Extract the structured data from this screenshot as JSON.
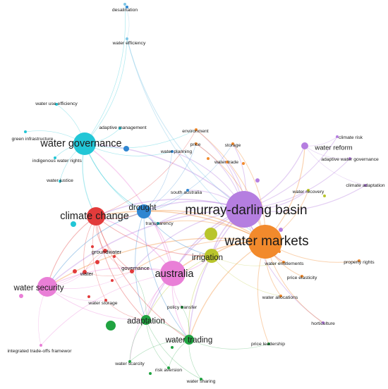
{
  "colors": {
    "purple": "#b57ee0",
    "orange": "#f28a2c",
    "cyan": "#22c6d6",
    "blue": "#2f86d1",
    "red": "#e23b3b",
    "pink": "#e97fd7",
    "yellow": "#b9c52c",
    "green": "#20a341",
    "lightblue": "#7fc6e6"
  },
  "nodes": [
    {
      "id": "mdb",
      "label": "murray-darling basin",
      "weight": 10,
      "color": "purple"
    },
    {
      "id": "wm",
      "label": "water markets",
      "weight": 9,
      "color": "orange"
    },
    {
      "id": "aus",
      "label": "australia",
      "weight": 7,
      "color": "pink"
    },
    {
      "id": "wg",
      "label": "water governance",
      "weight": 6,
      "color": "cyan"
    },
    {
      "id": "cc",
      "label": "climate change",
      "weight": 6,
      "color": "red"
    },
    {
      "id": "drought",
      "label": "drought",
      "weight": 5,
      "color": "blue"
    },
    {
      "id": "irr",
      "label": "irrigation",
      "weight": 5,
      "color": "yellow"
    },
    {
      "id": "ws",
      "label": "water security",
      "weight": 5,
      "color": "pink"
    },
    {
      "id": "wt",
      "label": "water trading",
      "weight": 4,
      "color": "green"
    },
    {
      "id": "adaptation",
      "label": "adaptation",
      "weight": 4,
      "color": "green"
    },
    {
      "id": "wr",
      "label": "water reform",
      "weight": 3,
      "color": "purple"
    },
    {
      "id": "desal",
      "label": "desalination",
      "weight": 1,
      "color": "lightblue"
    },
    {
      "id": "weff",
      "label": "water efficiency",
      "weight": 1,
      "color": "lightblue"
    },
    {
      "id": "wue",
      "label": "water use efficiency",
      "weight": 1,
      "color": "cyan"
    },
    {
      "id": "gi",
      "label": "green infrastructure",
      "weight": 1,
      "color": "cyan"
    },
    {
      "id": "am",
      "label": "adaptive management",
      "weight": 1,
      "color": "cyan"
    },
    {
      "id": "iwr",
      "label": "indigenous water rights",
      "weight": 1,
      "color": "cyan"
    },
    {
      "id": "wj",
      "label": "water justice",
      "weight": 1,
      "color": "cyan"
    },
    {
      "id": "env",
      "label": "environment",
      "weight": 1,
      "color": "orange"
    },
    {
      "id": "price",
      "label": "price",
      "weight": 1,
      "color": "orange"
    },
    {
      "id": "storage",
      "label": "storage",
      "weight": 1,
      "color": "orange"
    },
    {
      "id": "wp",
      "label": "water planning",
      "weight": 1,
      "color": "blue"
    },
    {
      "id": "wtrade",
      "label": "water trade",
      "weight": 1,
      "color": "orange"
    },
    {
      "id": "cr",
      "label": "climate risk",
      "weight": 1,
      "color": "purple"
    },
    {
      "id": "awg",
      "label": "adaptive water governance",
      "weight": 1,
      "color": "purple"
    },
    {
      "id": "ca",
      "label": "climate adaptation",
      "weight": 1,
      "color": "purple"
    },
    {
      "id": "wrec",
      "label": "water recovery",
      "weight": 1,
      "color": "yellow"
    },
    {
      "id": "sa",
      "label": "south australia",
      "weight": 1,
      "color": "blue"
    },
    {
      "id": "transp",
      "label": "transparency",
      "weight": 1,
      "color": "cyan"
    },
    {
      "id": "gw",
      "label": "groundwater",
      "weight": 2,
      "color": "red"
    },
    {
      "id": "water",
      "label": "water",
      "weight": 2,
      "color": "red"
    },
    {
      "id": "gov",
      "label": "governance",
      "weight": 2,
      "color": "red"
    },
    {
      "id": "wstor",
      "label": "water storage",
      "weight": 1,
      "color": "red"
    },
    {
      "id": "we",
      "label": "water entitlements",
      "weight": 1,
      "color": "orange"
    },
    {
      "id": "pr",
      "label": "property rights",
      "weight": 1,
      "color": "orange"
    },
    {
      "id": "pe",
      "label": "price elasticity",
      "weight": 1,
      "color": "orange"
    },
    {
      "id": "wa",
      "label": "water allocations",
      "weight": 1,
      "color": "orange"
    },
    {
      "id": "hort",
      "label": "horticulture",
      "weight": 1,
      "color": "purple"
    },
    {
      "id": "pt",
      "label": "policy transfer",
      "weight": 1,
      "color": "green"
    },
    {
      "id": "pl",
      "label": "price leadership",
      "weight": 1,
      "color": "green"
    },
    {
      "id": "itof",
      "label": "integrated trade-offs framewor",
      "weight": 1,
      "color": "pink"
    },
    {
      "id": "wsc",
      "label": "water scarcity",
      "weight": 1,
      "color": "green"
    },
    {
      "id": "ra",
      "label": "risk aversion",
      "weight": 1,
      "color": "green"
    },
    {
      "id": "wsh",
      "label": "water sharing",
      "weight": 1,
      "color": "green"
    }
  ],
  "edges": [
    [
      "mdb",
      "wm"
    ],
    [
      "mdb",
      "aus"
    ],
    [
      "mdb",
      "irr"
    ],
    [
      "mdb",
      "wr"
    ],
    [
      "mdb",
      "cr"
    ],
    [
      "mdb",
      "awg"
    ],
    [
      "mdb",
      "ca"
    ],
    [
      "mdb",
      "wrec"
    ],
    [
      "mdb",
      "drought"
    ],
    [
      "mdb",
      "cc"
    ],
    [
      "mdb",
      "wg"
    ],
    [
      "mdb",
      "env"
    ],
    [
      "mdb",
      "price"
    ],
    [
      "mdb",
      "storage"
    ],
    [
      "mdb",
      "wtrade"
    ],
    [
      "mdb",
      "sa"
    ],
    [
      "mdb",
      "wt"
    ],
    [
      "mdb",
      "we"
    ],
    [
      "mdb",
      "hort"
    ],
    [
      "mdb",
      "ws"
    ],
    [
      "mdb",
      "gov"
    ],
    [
      "mdb",
      "wp"
    ],
    [
      "mdb",
      "adaptation"
    ],
    [
      "wm",
      "aus"
    ],
    [
      "wm",
      "irr"
    ],
    [
      "wm",
      "we"
    ],
    [
      "wm",
      "pr"
    ],
    [
      "wm",
      "pe"
    ],
    [
      "wm",
      "wa"
    ],
    [
      "wm",
      "wt"
    ],
    [
      "wm",
      "cc"
    ],
    [
      "wm",
      "drought"
    ],
    [
      "wm",
      "price"
    ],
    [
      "wm",
      "env"
    ],
    [
      "wm",
      "wr"
    ],
    [
      "wm",
      "pl"
    ],
    [
      "wm",
      "gov"
    ],
    [
      "wm",
      "ws"
    ],
    [
      "wm",
      "storage"
    ],
    [
      "wm",
      "hort"
    ],
    [
      "wm",
      "wrec"
    ],
    [
      "aus",
      "cc"
    ],
    [
      "aus",
      "ws"
    ],
    [
      "aus",
      "wt"
    ],
    [
      "aus",
      "adaptation"
    ],
    [
      "aus",
      "drought"
    ],
    [
      "aus",
      "gov"
    ],
    [
      "aus",
      "irr"
    ],
    [
      "aus",
      "wg"
    ],
    [
      "aus",
      "pt"
    ],
    [
      "aus",
      "wsc"
    ],
    [
      "aus",
      "itof"
    ],
    [
      "wg",
      "am"
    ],
    [
      "wg",
      "iwr"
    ],
    [
      "wg",
      "wj"
    ],
    [
      "wg",
      "wue"
    ],
    [
      "wg",
      "gi"
    ],
    [
      "wg",
      "drought"
    ],
    [
      "wg",
      "cc"
    ],
    [
      "wg",
      "weff"
    ],
    [
      "wg",
      "desal"
    ],
    [
      "wg",
      "transp"
    ],
    [
      "wg",
      "wp"
    ],
    [
      "wg",
      "env"
    ],
    [
      "weff",
      "desal"
    ],
    [
      "weff",
      "mdb"
    ],
    [
      "weff",
      "wm"
    ],
    [
      "cc",
      "drought"
    ],
    [
      "cc",
      "ws"
    ],
    [
      "cc",
      "gw"
    ],
    [
      "cc",
      "water"
    ],
    [
      "cc",
      "gov"
    ],
    [
      "cc",
      "adaptation"
    ],
    [
      "cc",
      "wstor"
    ],
    [
      "cc",
      "wt"
    ],
    [
      "cc",
      "env"
    ],
    [
      "cc",
      "irr"
    ],
    [
      "drought",
      "irr"
    ],
    [
      "drought",
      "sa"
    ],
    [
      "drought",
      "wt"
    ],
    [
      "drought",
      "ws"
    ],
    [
      "drought",
      "adaptation"
    ],
    [
      "drought",
      "wp"
    ],
    [
      "drought",
      "price"
    ],
    [
      "drought",
      "storage"
    ],
    [
      "irr",
      "wt"
    ],
    [
      "irr",
      "adaptation"
    ],
    [
      "irr",
      "wa"
    ],
    [
      "irr",
      "we"
    ],
    [
      "ws",
      "water"
    ],
    [
      "ws",
      "gw"
    ],
    [
      "ws",
      "wstor"
    ],
    [
      "ws",
      "itof"
    ],
    [
      "ws",
      "adaptation"
    ],
    [
      "ws",
      "gov"
    ],
    [
      "wt",
      "adaptation"
    ],
    [
      "wt",
      "wsc"
    ],
    [
      "wt",
      "ra"
    ],
    [
      "wt",
      "wsh"
    ],
    [
      "wt",
      "pt"
    ],
    [
      "wt",
      "pl"
    ],
    [
      "adaptation",
      "wsc"
    ],
    [
      "adaptation",
      "ra"
    ],
    [
      "adaptation",
      "wsh"
    ],
    [
      "adaptation",
      "gov"
    ],
    [
      "wr",
      "cr"
    ],
    [
      "wr",
      "awg"
    ],
    [
      "wr",
      "ca"
    ],
    [
      "gw",
      "water"
    ],
    [
      "gw",
      "gov"
    ],
    [
      "water",
      "gov"
    ],
    [
      "wstor",
      "adaptation"
    ],
    [
      "wm",
      "transp"
    ],
    [
      "mdb",
      "transp"
    ]
  ]
}
